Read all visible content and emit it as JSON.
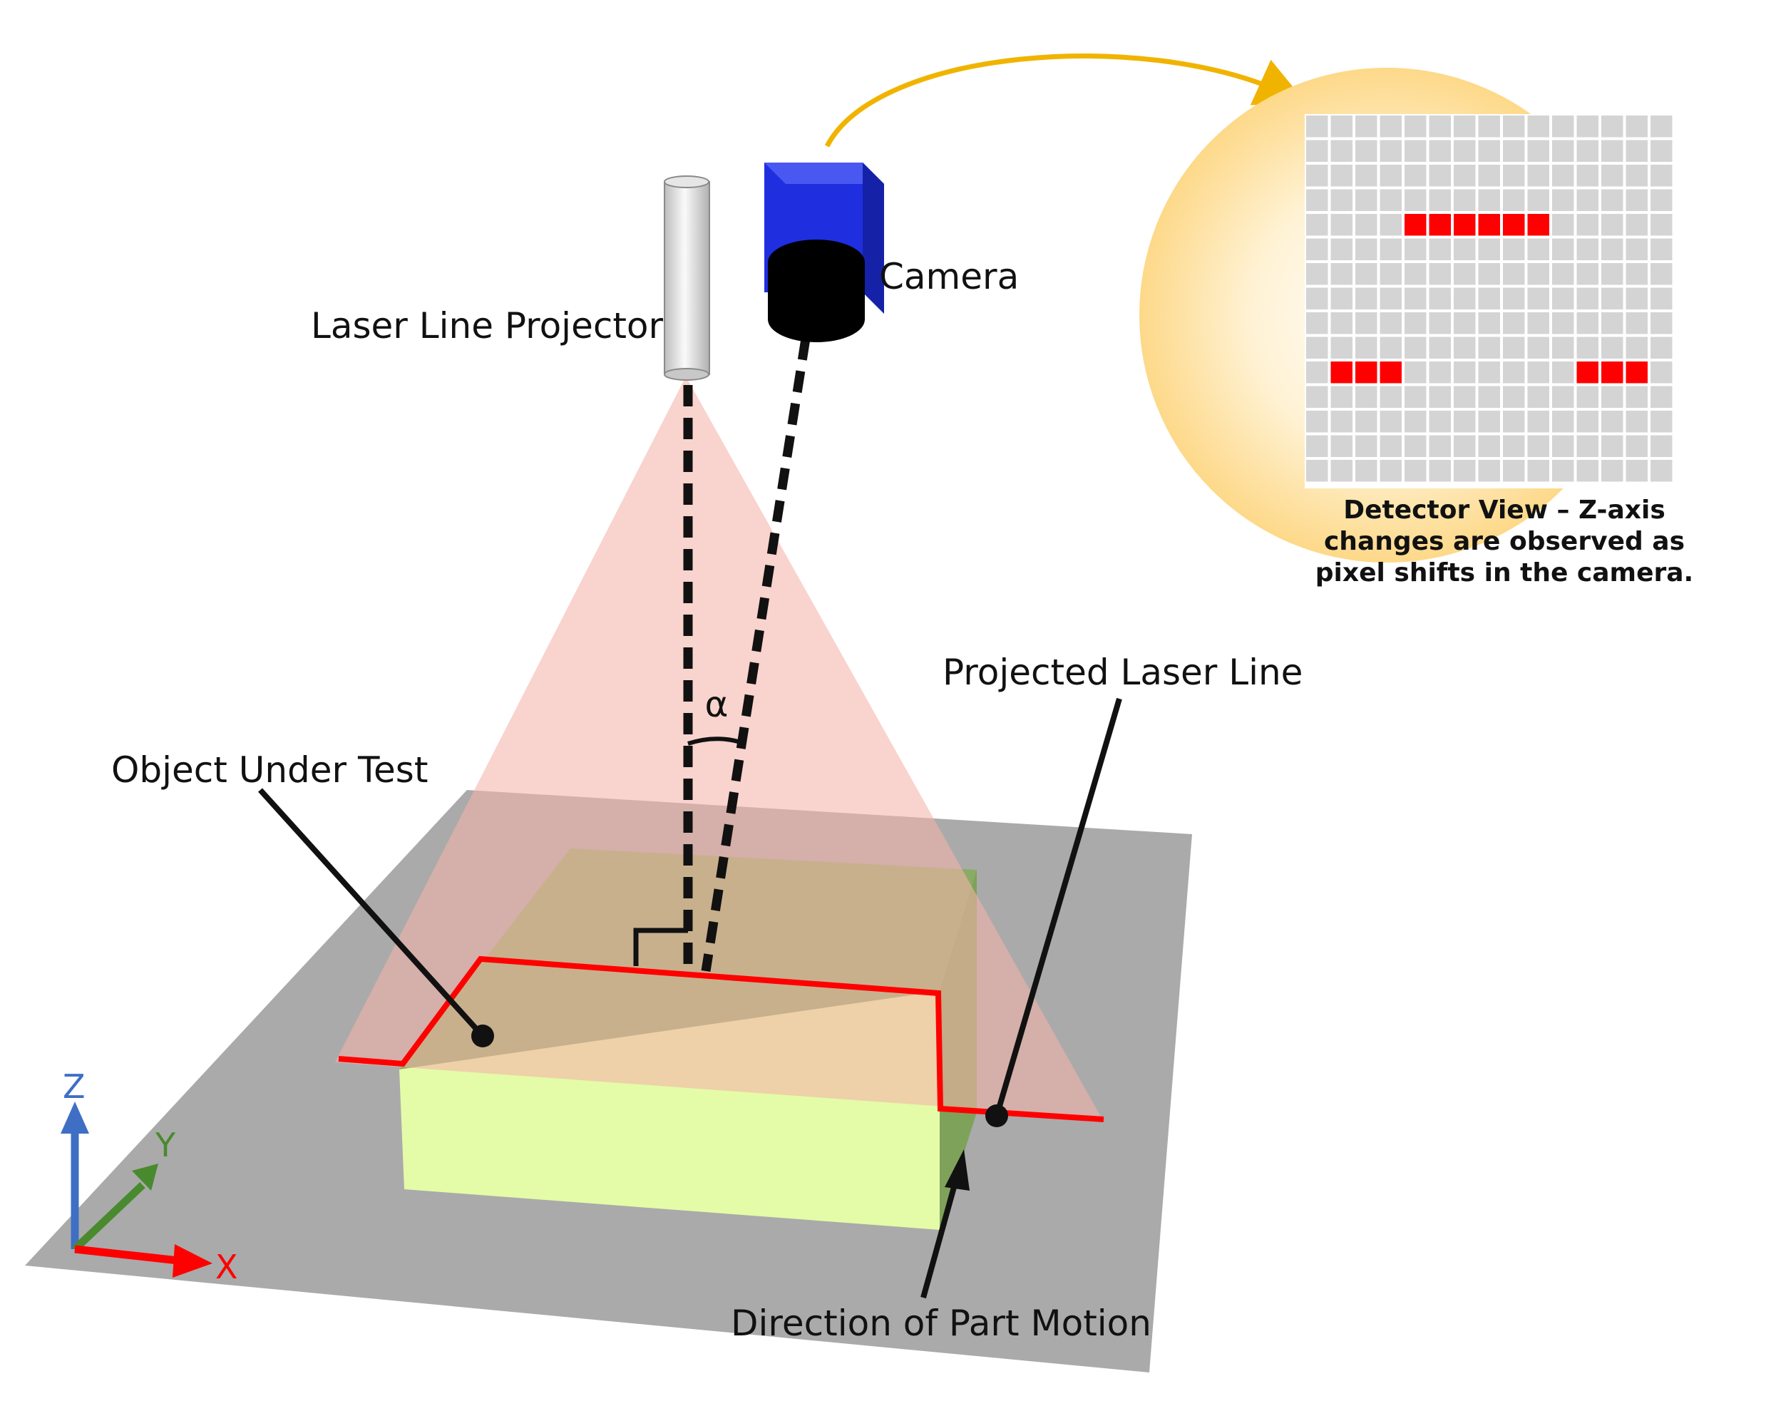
{
  "labels": {
    "laser_line_projector": "Laser Line Projector",
    "camera": "Camera",
    "projected_laser_line": "Projected Laser Line",
    "object_under_test": "Object Under Test",
    "direction_of_part_motion": "Direction of Part Motion",
    "alpha": "α"
  },
  "detector": {
    "caption_lines": [
      "Detector View – Z-axis",
      "changes are observed as",
      "pixel shifts in the camera."
    ],
    "grid_cols": 15,
    "grid_rows": 15,
    "lit_pixels": [
      {
        "row": 4,
        "col": 4
      },
      {
        "row": 4,
        "col": 5
      },
      {
        "row": 4,
        "col": 6
      },
      {
        "row": 4,
        "col": 7
      },
      {
        "row": 4,
        "col": 8
      },
      {
        "row": 4,
        "col": 9
      },
      {
        "row": 10,
        "col": 1
      },
      {
        "row": 10,
        "col": 2
      },
      {
        "row": 10,
        "col": 3
      },
      {
        "row": 10,
        "col": 11
      },
      {
        "row": 10,
        "col": 12
      },
      {
        "row": 10,
        "col": 13
      }
    ]
  },
  "axes": {
    "x": "X",
    "y": "Y",
    "z": "Z"
  },
  "colors": {
    "laser": "#ff0000",
    "camera_body": "#2233dd",
    "object_top": "#8aab66",
    "object_front": "#e4fba8",
    "floor": "#aaaaaa",
    "laser_fan": "#f4b4a8",
    "detector_bg": "#fdd98a",
    "grid_cell": "#d4d4d4",
    "axis_x": "#ff0000",
    "axis_y": "#4a8a2e",
    "axis_z": "#3e6fc4",
    "motion_arrow": "#111111"
  }
}
